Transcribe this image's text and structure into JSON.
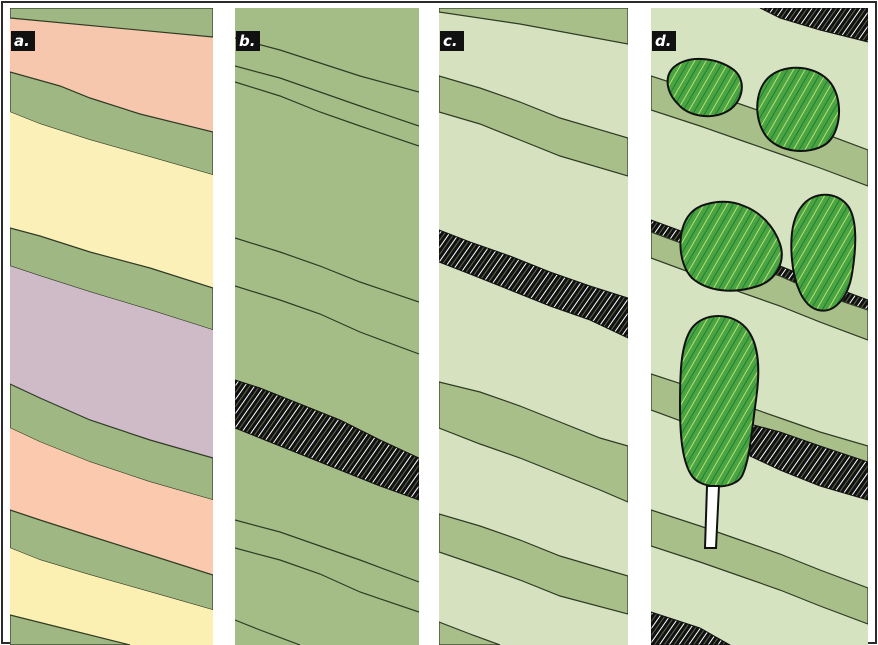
{
  "figure": {
    "frame_color": "#2b2b2b",
    "gap_color": "#ffffff",
    "line_color": "#2f3b25",
    "panels": [
      {
        "id": "a",
        "label": "a.",
        "description_semantic": "colored layers",
        "colors": {
          "background": "#f7c7ad",
          "green": "#9fb783",
          "yellow": "#fbf0b7",
          "mauve": "#cfbac8",
          "peach": "#fbc9ad",
          "yellow2": "#fcefb2"
        }
      },
      {
        "id": "b",
        "label": "b.",
        "colors": {
          "background": "#a4bd86",
          "band": "#a4bd86",
          "black": "#111111"
        }
      },
      {
        "id": "c",
        "label": "c.",
        "colors": {
          "background": "#d5e1bf",
          "band": "#a8bf8a",
          "black": "#111111"
        }
      },
      {
        "id": "d",
        "label": "d.",
        "colors": {
          "background": "#d6e3c0",
          "band": "#a8bf8a",
          "black": "#111111",
          "leaf_light": "#6eb84a",
          "leaf_dark": "#2f8f2f",
          "leaf_olive": "#8fae3b",
          "trunk": "#ffffff"
        }
      }
    ]
  }
}
